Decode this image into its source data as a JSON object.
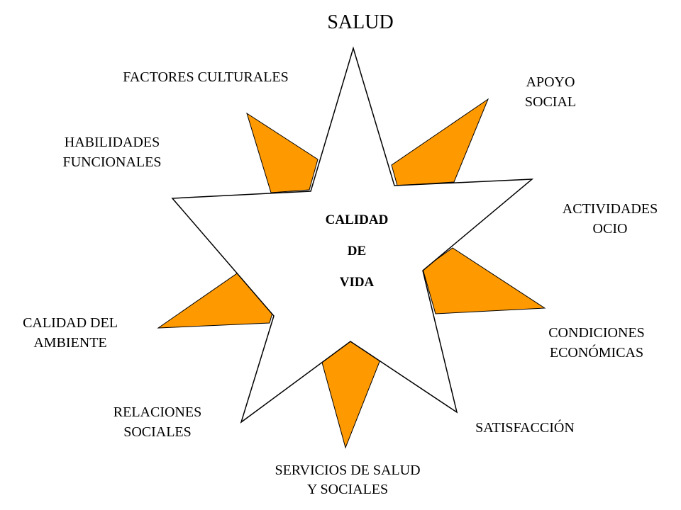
{
  "colors": {
    "spike_fill": "#FF9900",
    "star_fill": "#FFFFFF",
    "outline": "#000000",
    "text": "#000000",
    "text_muted": "#444444"
  },
  "center": {
    "line1": "CALIDAD",
    "line2": "DE",
    "line3": "VIDA"
  },
  "labels": {
    "salud": "SALUD",
    "factores_culturales": "FACTORES CULTURALES",
    "apoyo_social_1": "APOYO",
    "apoyo_social_2": "SOCIAL",
    "habilidades_1": "HABILIDADES",
    "habilidades_2": "FUNCIONALES",
    "actividades_1": "ACTIVIDADES",
    "actividades_2": "OCIO",
    "calidad_ambiente_1": "CALIDAD DEL",
    "calidad_ambiente_2": "AMBIENTE",
    "condiciones_1": "CONDICIONES",
    "condiciones_2": "ECONÓMICAS",
    "relaciones_1": "RELACIONES",
    "relaciones_2": "SOCIALES",
    "satisfaccion": "SATISFACCIÓN",
    "servicios_1": "SERVICIOS DE SALUD",
    "servicios_2": "Y SOCIALES"
  }
}
